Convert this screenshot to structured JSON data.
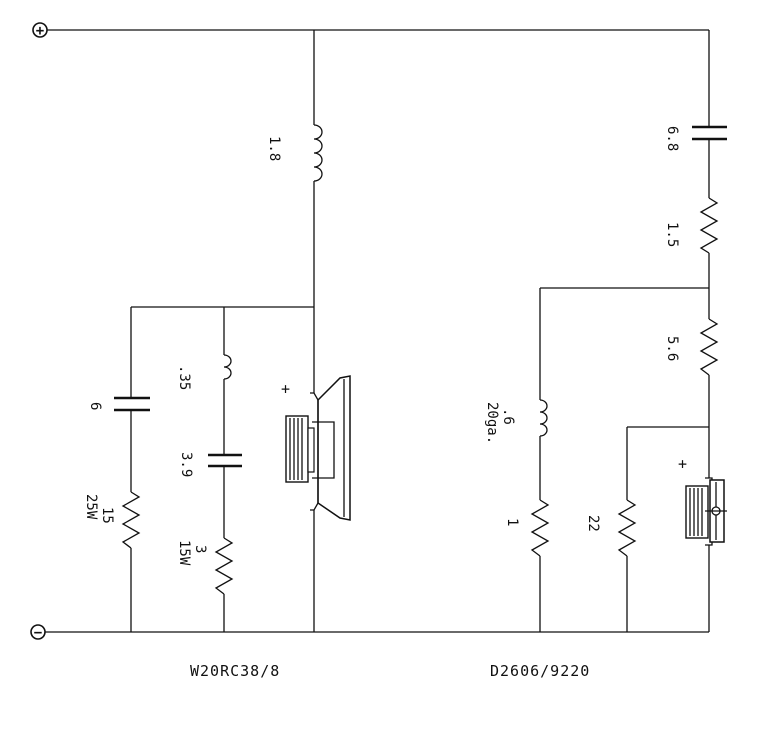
{
  "terminals": {
    "positive": "+",
    "negative": "−"
  },
  "woofer": {
    "model": "W20RC38/8",
    "polarity": "+",
    "series_inductor": "1.8",
    "zobel_capacitor": "6",
    "zobel_resistor": "15",
    "zobel_resistor_power": "25W",
    "notch_inductor": ".35",
    "notch_capacitor": "3.9",
    "notch_resistor": "3",
    "notch_resistor_power": "15W"
  },
  "tweeter": {
    "model": "D2606/9220",
    "polarity": "+",
    "series_capacitor": "6.8",
    "series_resistor": "1.5",
    "lpad_resistor": "5.6",
    "shunt_inductor": ".6",
    "shunt_inductor_gauge": "20ga.",
    "shunt_resistor": "1",
    "parallel_resistor": "22"
  }
}
